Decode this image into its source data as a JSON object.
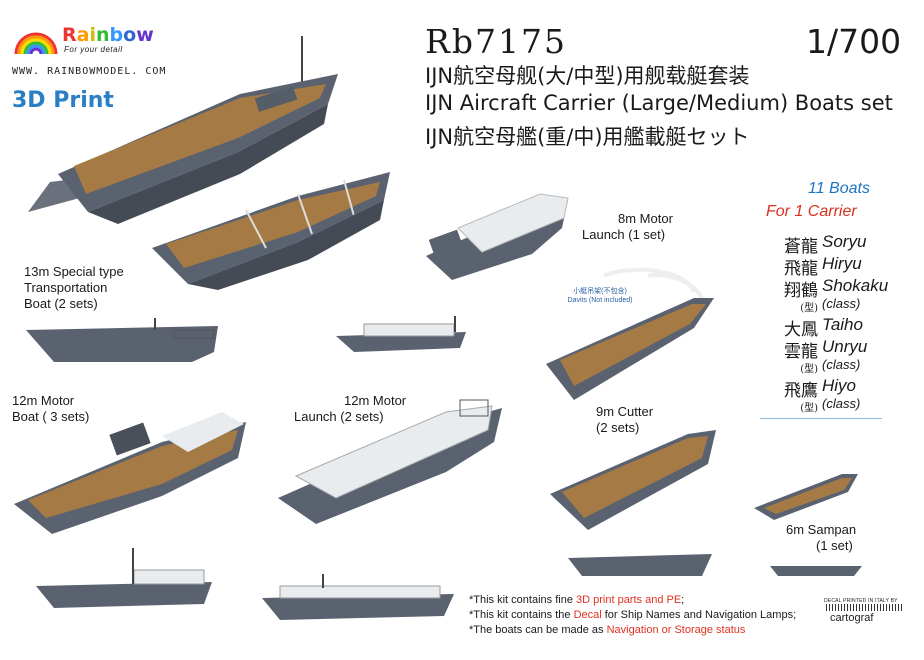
{
  "brand": {
    "name": "Rainbow",
    "tagline": "For your detail",
    "website": "WWW. RAINBOWMODEL. COM",
    "print_badge": "3D Print"
  },
  "product": {
    "code": "Rb7175",
    "scale": "1/700",
    "title_cn": "IJN航空母舰(大/中型)用舰载艇套装",
    "title_en": "IJN Aircraft Carrier (Large/Medium) Boats set",
    "title_jp": "IJN航空母艦(重/中)用艦載艇セット"
  },
  "carriers": {
    "count": "11 Boats",
    "for": "For 1 Carrier",
    "list": [
      {
        "kanji": "蒼龍",
        "name": "Soryu"
      },
      {
        "kanji": "飛龍",
        "name": "Hiryu"
      },
      {
        "kanji": "翔鶴",
        "name": "Shokaku",
        "type": "(型)",
        "class": "(class)"
      },
      {
        "kanji": "大鳳",
        "name": "Taiho"
      },
      {
        "kanji": "雲龍",
        "name": "Unryu",
        "type": "(型)",
        "class": "(class)"
      },
      {
        "kanji": "飛鷹",
        "name": "Hiyo",
        "type": "(型)",
        "class": "(class)"
      }
    ]
  },
  "boats": {
    "special": [
      "13m Special type",
      "Transportation",
      "Boat (2 sets)"
    ],
    "motor_launch_8m": [
      "8m Motor",
      "Launch (1 set)"
    ],
    "motor_boat_12m": [
      "12m Motor",
      "Boat ( 3 sets)"
    ],
    "motor_launch_12m": [
      "12m Motor",
      "Launch (2 sets)"
    ],
    "cutter_9m": [
      "9m Cutter",
      "(2 sets)"
    ],
    "sampan_6m": [
      "6m Sampan",
      "(1 set)"
    ],
    "davits_cn": "小艇吊架(不包含)",
    "davits_en": "Davits (Not included)"
  },
  "notes": {
    "line1_a": "*This kit contains fine ",
    "line1_b": "3D print parts and PE",
    "line1_c": ";",
    "line2_a": "*This kit contains the ",
    "line2_b": "Decal",
    "line2_c": " for Ship Names and Navigation Lamps;",
    "line3_a": "*The boats can be made as ",
    "line3_b": "Navigation or Storage status"
  },
  "decal": {
    "printed": "DECAL PRINTED IN ITALY BY",
    "maker": "cartograf"
  },
  "colors": {
    "accent_blue": "#1a74c4",
    "accent_red": "#d6311f",
    "hull_grey": "#5a6270",
    "deck_wood": "#a57a45",
    "canvas_white": "#e8ecef"
  }
}
